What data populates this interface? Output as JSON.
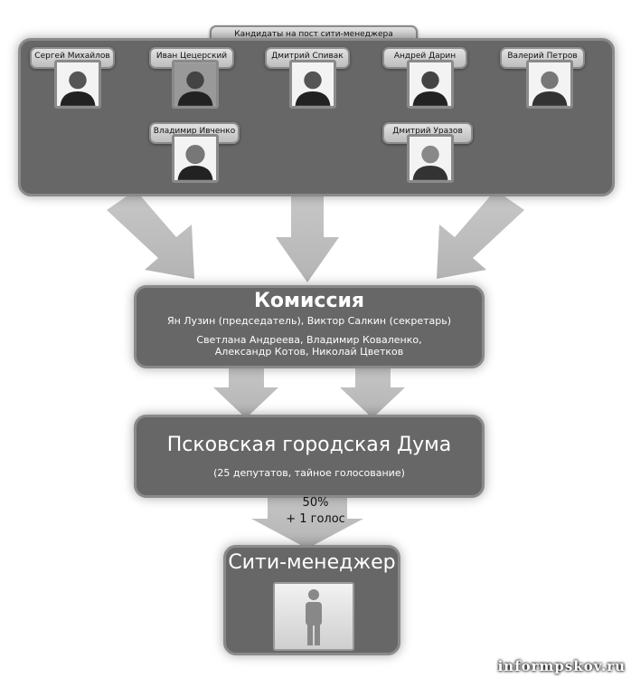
{
  "candidates_title": "Кандидаты на пост сити-менеджера",
  "candidates": [
    {
      "name": "Сергей Михайлов"
    },
    {
      "name": "Иван Цецерский"
    },
    {
      "name": "Дмитрий Спивак"
    },
    {
      "name": "Андрей Дарин"
    },
    {
      "name": "Валерий Петров"
    },
    {
      "name": "Владимир Ивченко"
    },
    {
      "name": "Дмитрий Уразов"
    }
  ],
  "commission": {
    "title": "Комиссия",
    "leaders": "Ян Лузин (председатель), Виктор Салкин (секретарь)",
    "members_line1": "Светлана Андреева, Владимир Коваленко,",
    "members_line2": "Александр Котов, Николай Цветков"
  },
  "duma": {
    "title": "Псковская городская Дума",
    "subtitle": "(25 депутатов, тайное голосование)"
  },
  "vote": {
    "line1": "50%",
    "line2": "+ 1 голос"
  },
  "result": {
    "title": "Сити-менеджер"
  },
  "watermark": "informpskov.ru"
}
